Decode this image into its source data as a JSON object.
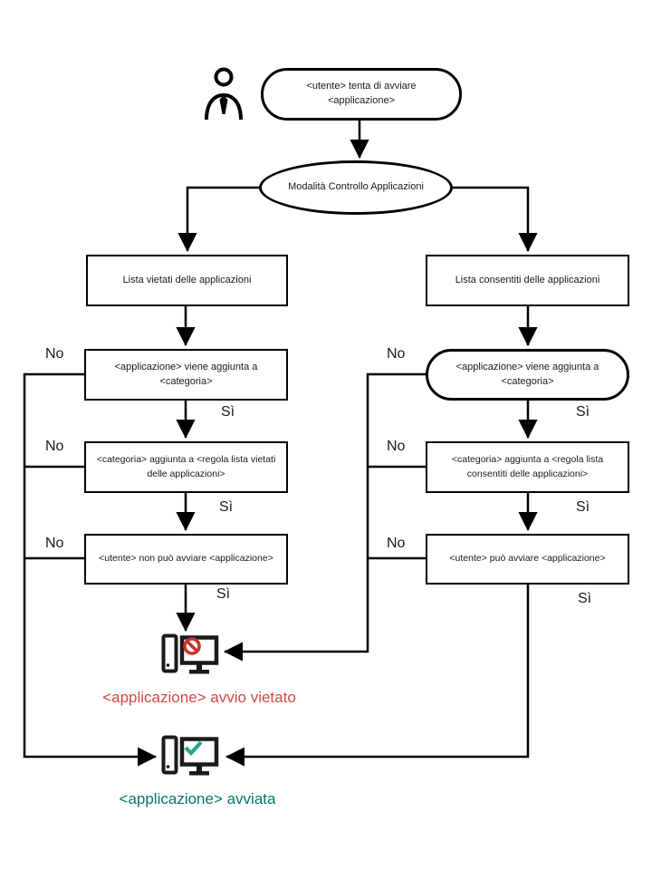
{
  "diagram_title": "Modalità Controllo Applicazioni flowchart",
  "labels": {
    "no": "No",
    "yes": "Sì"
  },
  "nodes": {
    "start": "<utente> tenta di avviare <applicazione>",
    "mode": "Modalità Controllo Applicazioni",
    "denylist": "Lista vietati delle applicazioni",
    "allowlist": "Lista consentiti delle applicazioni",
    "deny_category": "<applicazione> viene aggiunta a <categoria>",
    "deny_rule": "<categoria> aggiunta a <regola lista vietati delle applicazioni>",
    "deny_user": "<utente> non può avviare <applicazione>",
    "allow_category": "<applicazione> viene aggiunta a <categoria>",
    "allow_rule": "<categoria> aggiunta a <regola lista consentiti delle applicazioni>",
    "allow_user": "<utente> può avviare <applicazione>"
  },
  "outcomes": {
    "blocked": {
      "label": "<applicazione> avvio vietato",
      "color": "#cf4a45"
    },
    "started": {
      "label": "<applicazione> avviata",
      "color": "#00796d"
    }
  },
  "icons": {
    "user": "user-icon",
    "blocked": "computer-blocked-icon",
    "started": "computer-check-icon"
  },
  "colors": {
    "line": "#000000",
    "prohibition_red": "#c4352c",
    "check_teal": "#27a58d"
  }
}
